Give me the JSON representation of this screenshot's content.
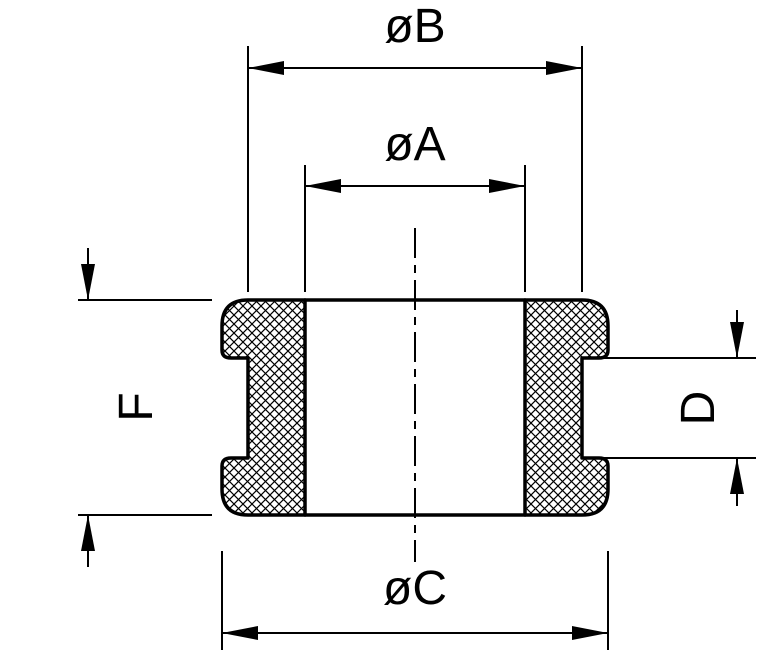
{
  "drawing": {
    "background_color": "#ffffff",
    "line_color": "#000000",
    "labels": {
      "inner_diameter": "øA",
      "groove_diameter": "øB",
      "flange_diameter": "øC",
      "groove_width": "D",
      "overall_height": "F"
    }
  }
}
